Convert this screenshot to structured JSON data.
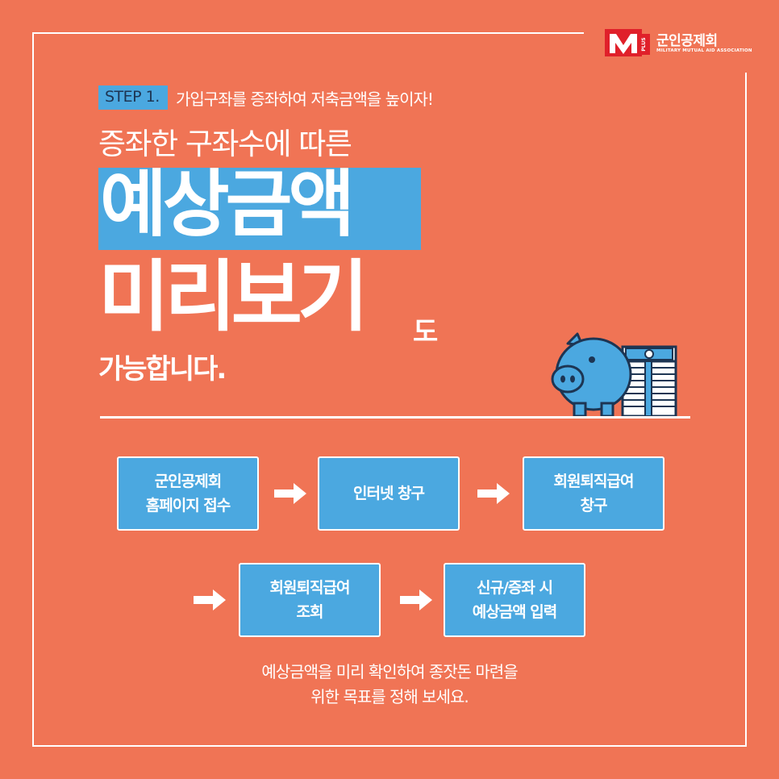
{
  "logo": {
    "name": "군인공제회",
    "badge": "PLUS",
    "subtitle": "MILITARY MUTUAL AID ASSOCIATION"
  },
  "step": {
    "label": "STEP 1.",
    "text": "가입구좌를 증좌하여 저축금액을 높이자!"
  },
  "headline": {
    "subtitle": "증좌한 구좌수에 따른",
    "highlight": "예상금액",
    "line2": "미리보기",
    "line2_suffix": "도",
    "line3": "가능합니다."
  },
  "flow": {
    "steps": [
      "군인공제회\n홈페이지 접수",
      "인터넷 창구",
      "회원퇴직급여\n창구",
      "회원퇴직급여\n조회",
      "신규/증좌 시\n예상금액 입력"
    ]
  },
  "footer": {
    "text": "예상금액을 미리 확인하여 종잣돈 마련을\n위한 목표를 정해 보세요."
  },
  "colors": {
    "background": "#f07455",
    "accent_blue": "#4ba8e0",
    "text": "#ffffff",
    "logo_red": "#e0202a",
    "outline_navy": "#1d3553"
  }
}
